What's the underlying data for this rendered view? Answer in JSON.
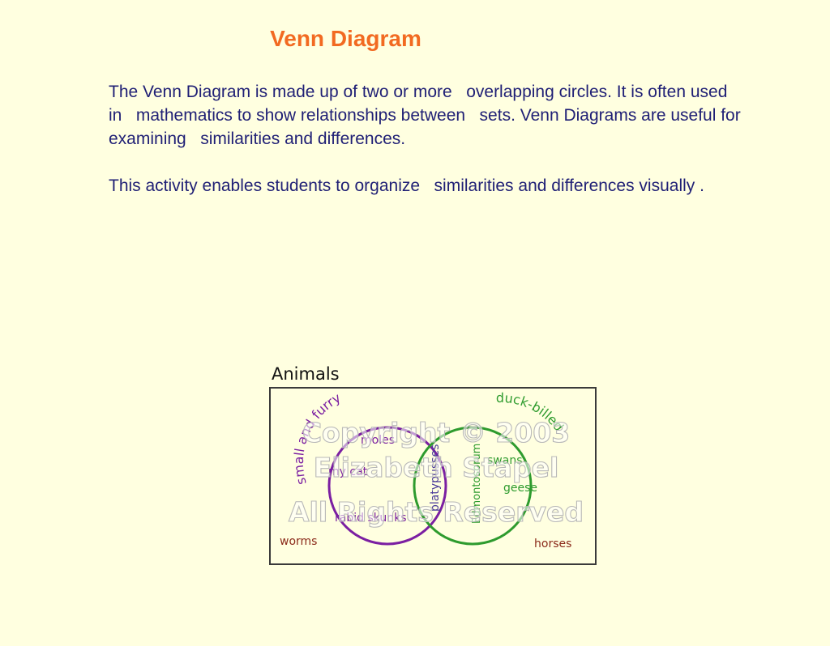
{
  "title": "Venn Diagram",
  "paragraphs": [
    "The Venn Diagram is made up of two or more   overlapping circles. It is often used in   mathematics to show relationships between   sets. Venn Diagrams are useful for examining   similarities and differences.",
    "This activity enables students to organize   similarities and differences visually ."
  ],
  "diagram": {
    "heading": "Animals",
    "left_circle_label": "small and furry",
    "right_circle_label": "duck-billed",
    "left_only": [
      "moles",
      "my cat",
      "rabid skunks"
    ],
    "both": [
      "platypusses"
    ],
    "right_only": [
      "Edmontosorum",
      "swans",
      "geese"
    ],
    "outside": [
      "worms",
      "horses"
    ],
    "watermark": [
      "Copyright © 2003",
      "Elizabeth Stapel",
      "All Rights Reserved"
    ],
    "colors": {
      "left": "#7b1fa2",
      "right": "#2e9b2e",
      "outside": "#8b2a1a",
      "frame": "#3a3a3a"
    }
  }
}
